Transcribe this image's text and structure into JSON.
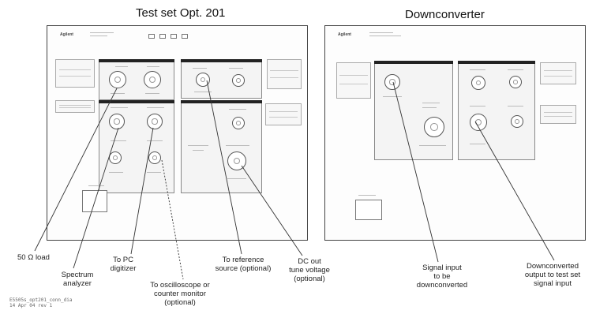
{
  "titles": {
    "test_set": "Test set Opt. 201",
    "downconverter": "Downconverter"
  },
  "callouts": {
    "load": "50 Ω load",
    "spectrum": "Spectrum\nanalyzer",
    "pc": "To PC\ndigitizer",
    "scope": "To oscilloscope or\ncounter monitor\n(optional)",
    "reference": "To reference\nsource (optional)",
    "dc_out": "DC out\ntune voltage\n(optional)",
    "signal_input": "Signal input\nto be\ndownconverted",
    "downconverted_output": "Downconverted\noutput to test set\nsignal input"
  },
  "footnote": "E5505s_opt201_conn_dia\n14 Apr 04 rev 1",
  "brand_logo": "Agilent"
}
